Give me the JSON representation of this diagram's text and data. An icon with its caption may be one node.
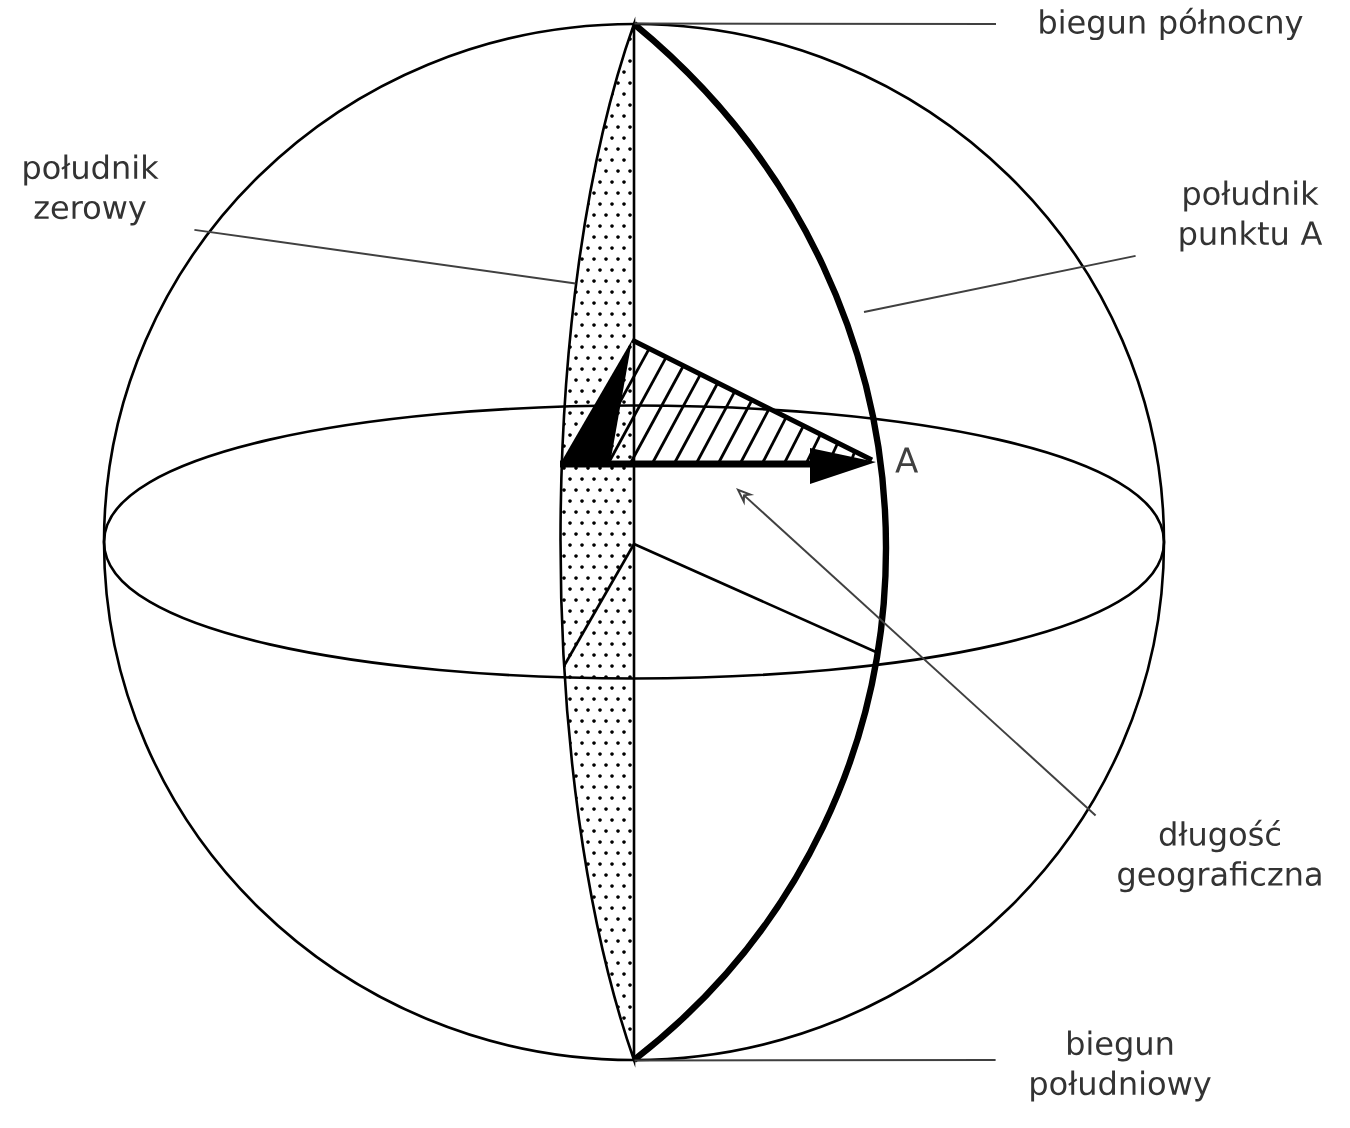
{
  "diagram": {
    "nodes": [
      {
        "text": [
          "biegun północny"
        ]
      },
      {
        "text": [
          "południk zerowy"
        ]
      },
      {
        "text": [
          "południk punktu A"
        ]
      },
      {
        "text": [
          "długość geograficzna"
        ]
      },
      {
        "text": [
          "biegun południowy"
        ]
      },
      {
        "text": [],
        "shape": "band"
      }
    ],
    "edges": [
      {
        "from": 0,
        "to": 5,
        "arrow": "none"
      },
      {
        "from": 1,
        "to": 5,
        "arrow": "none"
      },
      {
        "from": 2,
        "to": null,
        "arrow": "none"
      },
      {
        "from": 3,
        "to": null,
        "arrow": "to"
      },
      {
        "from": 4,
        "to": 5,
        "arrow": "none"
      }
    ],
    "labels": [
      "A"
    ]
  }
}
